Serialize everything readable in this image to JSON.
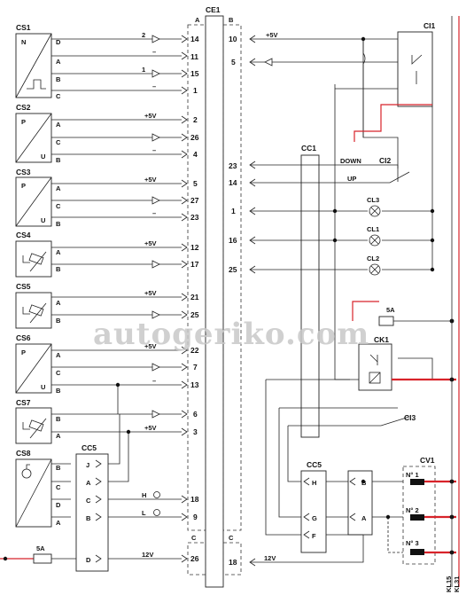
{
  "connector_main": {
    "title": "CE1",
    "side_a": "A",
    "side_b": "B",
    "side_c_left": "C",
    "side_c_right": "C"
  },
  "sensors": {
    "cs1": {
      "title": "CS1",
      "letter": "N",
      "pins": [
        "D",
        "A",
        "B",
        "C"
      ]
    },
    "cs2": {
      "title": "CS2",
      "letter_top": "P",
      "letter_bottom": "U",
      "pins": [
        "A",
        "C",
        "B"
      ]
    },
    "cs3": {
      "title": "CS3",
      "letter_top": "P",
      "letter_bottom": "U",
      "pins": [
        "A",
        "C",
        "B"
      ]
    },
    "cs4": {
      "title": "CS4",
      "pins": [
        "A",
        "B"
      ]
    },
    "cs5": {
      "title": "CS5",
      "pins": [
        "A",
        "B"
      ]
    },
    "cs6": {
      "title": "CS6",
      "letter_top": "P",
      "letter_bottom": "U",
      "pins": [
        "A",
        "C",
        "B"
      ]
    },
    "cs7": {
      "title": "CS7",
      "pins": [
        "B",
        "A"
      ]
    },
    "cs8": {
      "title": "CS8",
      "pins": [
        "B",
        "C",
        "D",
        "A"
      ]
    }
  },
  "left_pins": [
    "14",
    "11",
    "15",
    "1",
    "2",
    "26",
    "4",
    "5",
    "27",
    "23",
    "12",
    "17",
    "21",
    "25",
    "22",
    "7",
    "13",
    "6",
    "3",
    "18",
    "9"
  ],
  "left_wire_labels": {
    "w2": "2",
    "w1": "1",
    "plus5v": "+5V",
    "minus": "–",
    "h": "H",
    "l": "L"
  },
  "right_pins": [
    "10",
    "5",
    "23",
    "14",
    "1",
    "16",
    "25",
    "18"
  ],
  "right_labels": {
    "plus5v": "+5V",
    "down": "DOWN",
    "up": "UP",
    "twelve_v": "12V"
  },
  "cc5_left": {
    "title": "CC5",
    "pins": [
      "J",
      "A",
      "C",
      "B",
      "D"
    ]
  },
  "cc5_right": {
    "title": "CC5",
    "pins": [
      "H",
      "G",
      "F"
    ]
  },
  "cc1": {
    "title": "CC1"
  },
  "ci1": {
    "title": "CI1"
  },
  "ci2": {
    "title": "CI2"
  },
  "ci3": {
    "title": "CI3"
  },
  "ck1": {
    "title": "CK1"
  },
  "lamps": [
    "CL3",
    "CL1",
    "CL2"
  ],
  "fuse_top": {
    "label": "5A"
  },
  "fuse_bottom": {
    "label": "5A"
  },
  "cv1": {
    "title": "CV1",
    "outputs": [
      "N° 1",
      "N° 2",
      "N° 3"
    ]
  },
  "mid_connector": {
    "pins": [
      "B",
      "A"
    ]
  },
  "d_pin": "D",
  "supply_12v": "12V",
  "supply_pin": "26",
  "kl15": "KL15",
  "kl31": "KL31",
  "watermark": "autogeriko.com"
}
